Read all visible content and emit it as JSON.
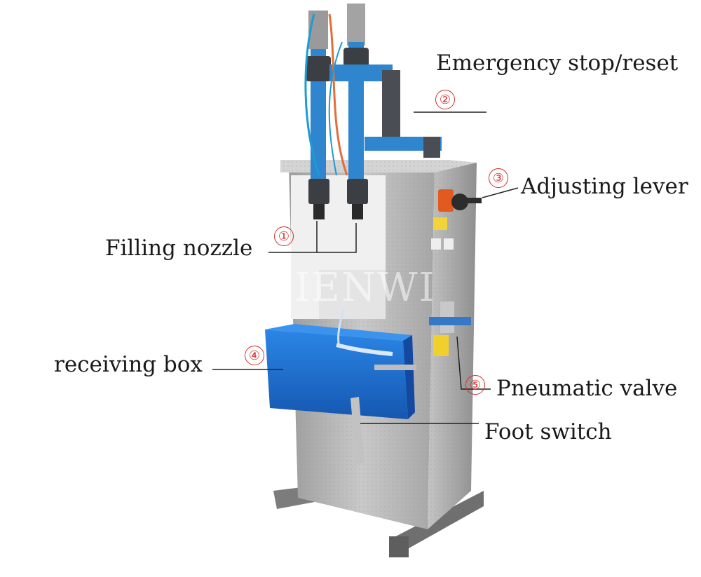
{
  "diagram": {
    "callouts": [
      {
        "num": "①",
        "label": "Filling nozzle"
      },
      {
        "num": "②",
        "label": "Emergency stop/reset"
      },
      {
        "num": "③",
        "label": "Adjusting lever"
      },
      {
        "num": "④",
        "label": "receiving box"
      },
      {
        "num": "⑤",
        "label": "Pneumatic valve"
      },
      {
        "num": "",
        "label": "Foot switch"
      }
    ],
    "watermark": "IENWI",
    "colors": {
      "number_ring": "#d0302a",
      "steel": "#b9b9b9",
      "pipe_blue": "#2f86cf",
      "box_blue": "#1f6fd0"
    }
  }
}
